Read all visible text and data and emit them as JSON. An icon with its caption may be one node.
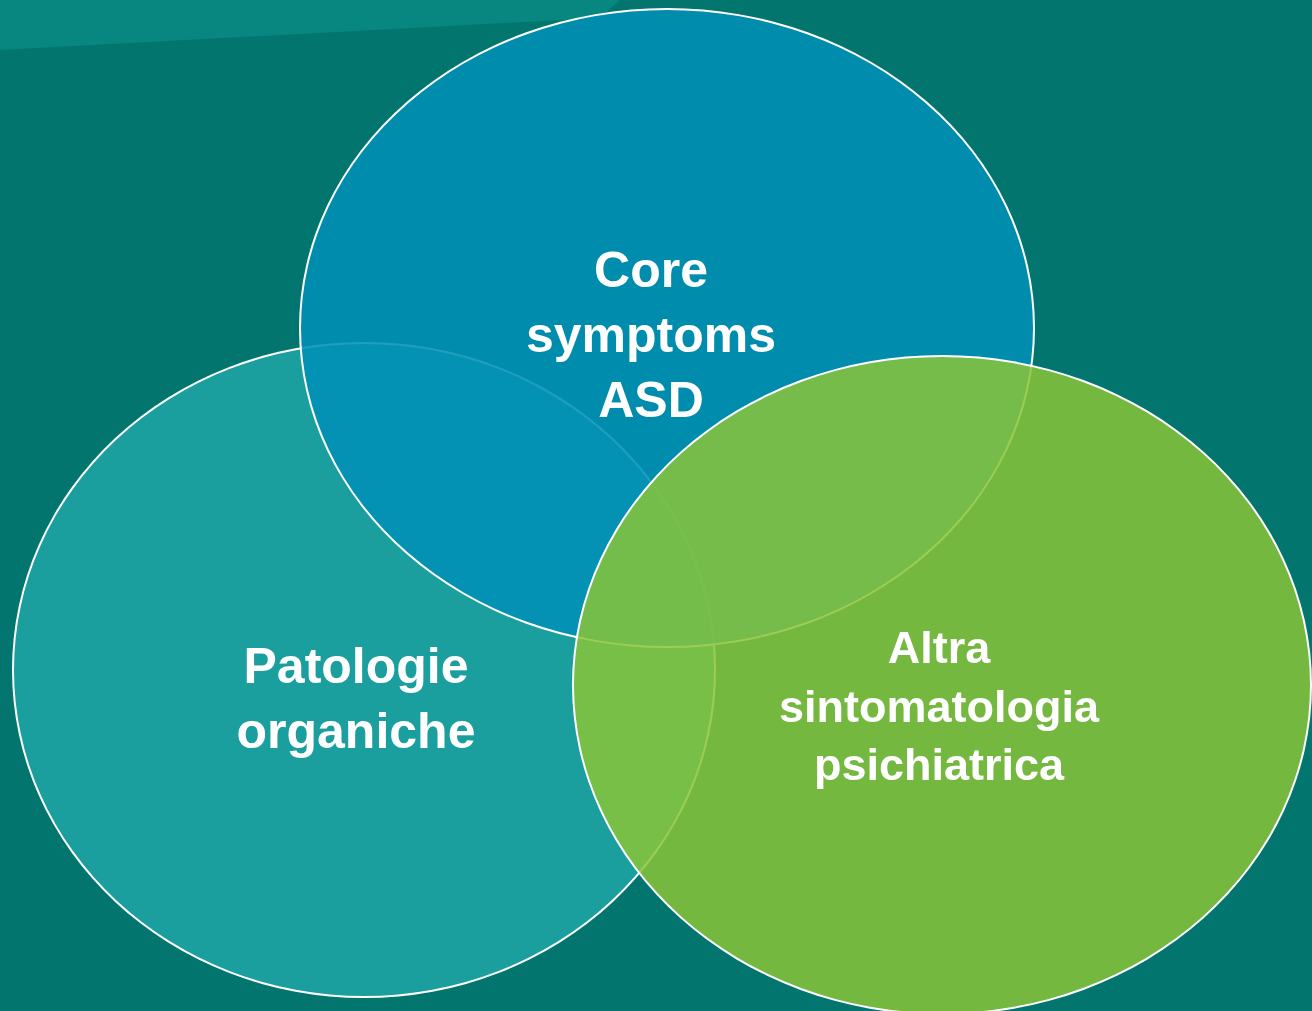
{
  "diagram": {
    "nodes": [
      {
        "text": [
          "Core symptoms ASD"
        ]
      },
      {
        "text": [
          "Patologie organiche"
        ]
      },
      {
        "text": [
          "Altra sintomatologia psichiatrica"
        ]
      }
    ]
  }
}
